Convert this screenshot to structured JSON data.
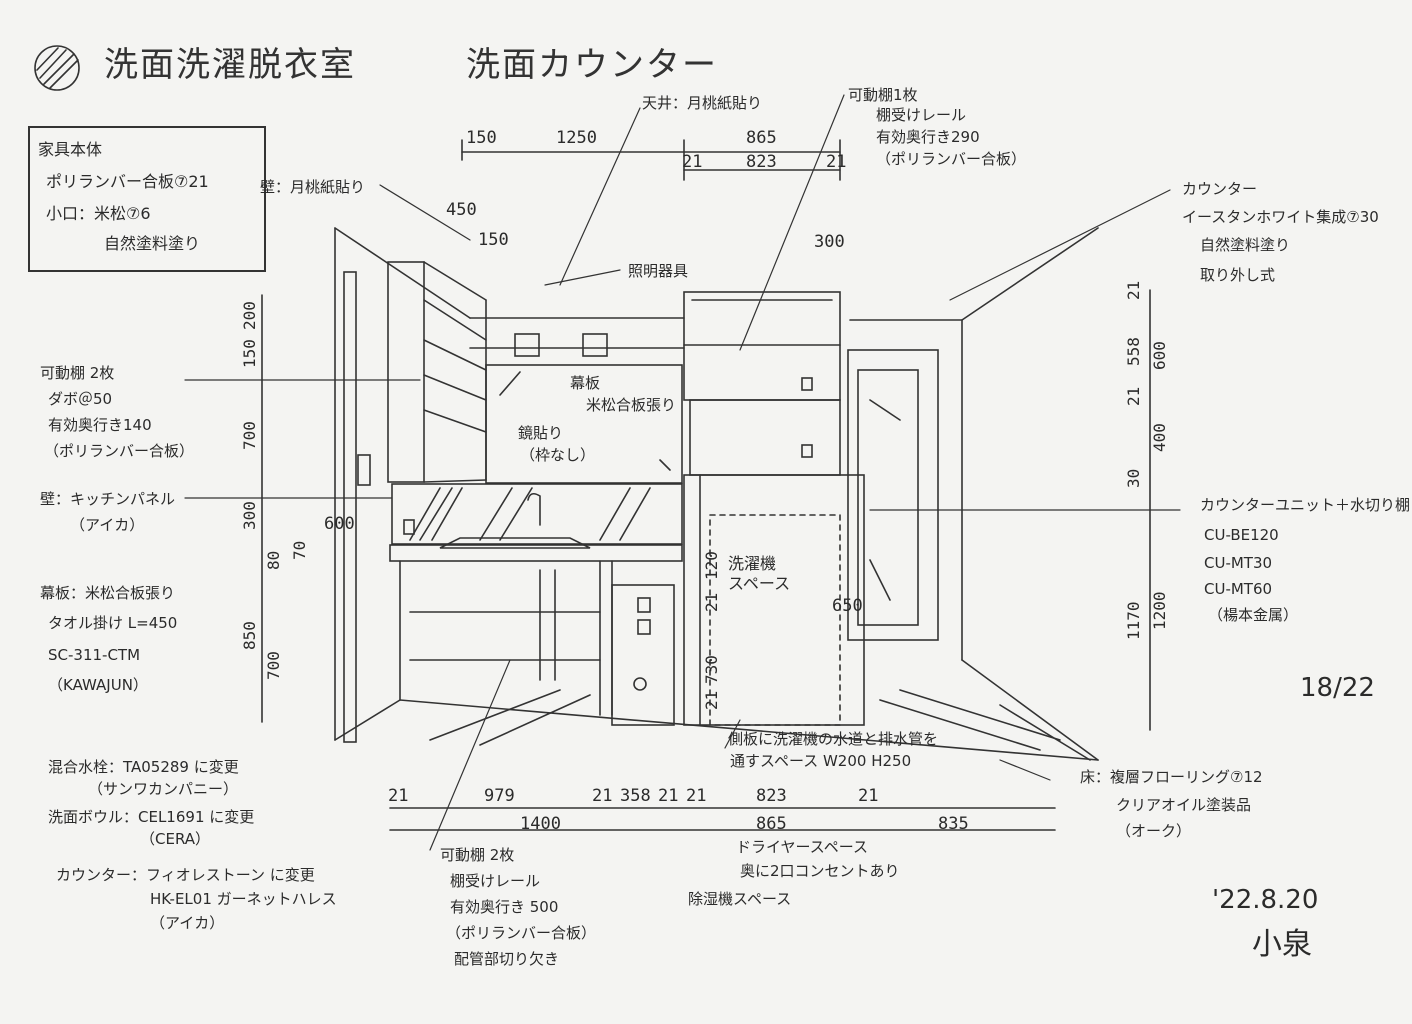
{
  "title": {
    "room": "洗面洗濯脱衣室",
    "subject": "洗面カウンター"
  },
  "spec_box": {
    "lines": [
      "家具本体",
      "ポリランバー合板⑦21",
      "小口：米松⑦6",
      "自然塗料塗り"
    ]
  },
  "notes": {
    "ceiling": "天井：月桃紙貼り",
    "wall_top": "壁：月桃紙貼り",
    "lighting": "照明器具",
    "movable_top": [
      "可動棚1枚",
      "棚受けレール",
      "有効奥行き290",
      "（ポリランバー合板）"
    ],
    "counter": [
      "カウンター",
      "イースタンホワイト集成⑦30",
      "自然塗料塗り",
      "取り外し式"
    ],
    "movable_left": [
      "可動棚 2枚",
      "ダボ＠50",
      "有効奥行き140",
      "（ポリランバー合板）"
    ],
    "back_panel": [
      "幕板",
      "米松合板張り"
    ],
    "mirror": [
      "鏡貼り",
      "（枠なし）"
    ],
    "kitchen_panel": [
      "壁：キッチンパネル",
      "（アイカ）"
    ],
    "counter_unit": [
      "カウンターユニット＋水切り棚",
      "CU-BE120",
      "CU-MT30",
      "CU-MT60",
      "（楊本金属）"
    ],
    "towel": [
      "幕板：米松合板張り",
      "タオル掛け L=450",
      "SC-311-CTM",
      "（KAWAJUN）"
    ],
    "washer_space": "洗濯機\nスペース",
    "side_panel": [
      "側板に洗濯機の水道と排水管を",
      "通すスペース W200 H250"
    ],
    "floor": [
      "床：複層フローリング⑦12",
      "クリアオイル塗装品",
      "（オーク）"
    ],
    "faucet": [
      "混合水栓：TA05289 に変更",
      "（サンワカンパニー）"
    ],
    "bowl": [
      "洗面ボウル：CEL1691 に変更",
      "（CERA）"
    ],
    "countertop": [
      "カウンター：フィオレストーン に変更",
      "HK-EL01 ガーネットハレス",
      "（アイカ）"
    ],
    "movable_bottom": [
      "可動棚 2枚",
      "棚受けレール",
      "有効奥行き 500",
      "（ポリランバー合板）",
      "配管部切り欠き"
    ],
    "dryer": [
      "ドライヤースペース",
      "奥に2口コンセントあり"
    ],
    "dehumidifier": "除湿機スペース"
  },
  "dimensions": {
    "top_150": "150",
    "top_1250": "1250",
    "top_865": "865",
    "top_21a": "21",
    "top_823": "823",
    "top_21b": "21",
    "d_450": "450",
    "d_150": "150",
    "d_300": "300",
    "d_600": "600",
    "d_650": "650",
    "left_200": "200",
    "left_150": "150",
    "left_700a": "700",
    "left_300": "300",
    "left_80": "80",
    "left_70": "70",
    "left_850": "850",
    "left_700b": "700",
    "right_21a": "21",
    "right_558": "558",
    "right_600": "600",
    "right_21b": "21",
    "right_400": "400",
    "right_30": "30",
    "right_1170": "1170",
    "right_1200": "1200",
    "mid_120": "120",
    "mid_21": "21",
    "mid_730": "730",
    "mid_21b": "21",
    "bot_21a": "21",
    "bot_979": "979",
    "bot_21b": "21",
    "bot_358": "358",
    "bot_21c": "21",
    "bot_21d": "21",
    "bot_823": "823",
    "bot_21e": "21",
    "bot_1400": "1400",
    "bot_865": "865",
    "bot_835": "835"
  },
  "page_number": "18/22",
  "date": "'22.8.20",
  "author": "小泉"
}
